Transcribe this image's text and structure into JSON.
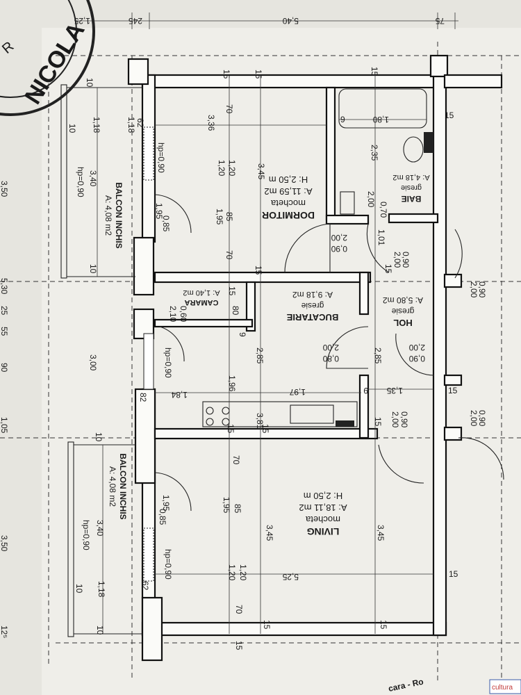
{
  "stamp": {
    "text": "NICOLA",
    "corner": "R"
  },
  "rooms": {
    "dormitor": {
      "name": "DORMITOR",
      "finish": "mocheta",
      "area": "A: 11,59 m2",
      "height": "H: 2,50 m"
    },
    "living": {
      "name": "LIVING",
      "finish": "mocheta",
      "area": "A: 18,11 m2",
      "height": "H: 2,50 m"
    },
    "bucatarie": {
      "name": "BUCATARIE",
      "finish": "gresie",
      "area": "A: 9,18 m2"
    },
    "hol": {
      "name": "HOL",
      "finish": "gresie",
      "area": "A: 5,80 m2"
    },
    "baie": {
      "name": "BAIE",
      "finish": "gresie",
      "area": "A: 4,18 m2"
    },
    "camara": {
      "name": "CAMARA",
      "area": "A: 1,40 m2"
    },
    "balcon_top": {
      "name": "BALCON INCHIS",
      "area": "A: 4,08 m2",
      "hp": "hp=0,90"
    },
    "balcon_bottom": {
      "name": "BALCON INCHIS",
      "area": "A: 4,08 m2",
      "hp": "hp=0,90"
    }
  },
  "dimensions": {
    "top_540": "5,40",
    "top_75": "75",
    "top_245": "245",
    "top_125": "1,25",
    "d15_a": "15",
    "d15_b": "15",
    "d15_c": "15",
    "d15_d": "15",
    "d15_e": "15",
    "d15_f": "15",
    "d15_g": "15",
    "d15_h": "15",
    "d15_i": "15",
    "d15_j": "15",
    "d15_k": "15",
    "d15_l": "15",
    "d10_a": "10",
    "d10_b": "10",
    "d10_c": "10",
    "d10_d": "10",
    "d10_e": "10",
    "d10_f": "10",
    "d118_a": "1,18",
    "d118_b": "1,18",
    "d62_a": "62",
    "d62_b": "62",
    "d82": "82",
    "d70_a": "70",
    "d70_b": "70",
    "d70_c": "70",
    "d70_d": "70",
    "d336": "3,36",
    "d120_a": "1,20",
    "d120_b": "1,20",
    "d120_c": "1,20",
    "d120_d": "1,20",
    "d85_a": "85",
    "d85_b": "85",
    "d195_a": "1,95",
    "d195_b": "1,95",
    "d195_c": "1,95",
    "d195_d": "1,95",
    "d345_a": "3,45",
    "d345_b": "3,45",
    "d345_c": "3,45",
    "d340_a": "3,40",
    "d340_b": "3,40",
    "d085_a": "0,85",
    "d085_b": "0,85",
    "d180": "1,80",
    "d235": "2,35",
    "d9_a": "9",
    "d9_b": "9",
    "d9_c": "9",
    "d070": "0,70",
    "d200_a": "2,00",
    "d200_b": "2,00",
    "d200_c": "2,00",
    "d200_d": "2,00",
    "d200_e": "2,00",
    "d200_f": "2,00",
    "d200_g": "2,00",
    "d200_h": "2,00",
    "d101": "1,01",
    "d090_a": "0,90",
    "d090_b": "0,90",
    "d090_c": "0,90",
    "d090_d": "0,90",
    "d090_e": "0,90",
    "d090_f": "0,90",
    "d080_a": "0,80",
    "d060": "0,60",
    "d210": "2,10",
    "d80": "80",
    "d285_a": "2,85",
    "d285_b": "2,85",
    "d196": "1,96",
    "d184": "1,84",
    "d197": "1,97",
    "d300": "3,00",
    "d381": "3,81",
    "d135": "1,35",
    "d525": "5,25",
    "d350_a": "3,50",
    "d350_b": "3,50",
    "d105": "1,05",
    "d90": "90",
    "d55": "55",
    "d25": "25",
    "d530": "5,30",
    "d125b": "12⁵",
    "hp_a": "hp=0,90",
    "hp_b": "hp=0,90",
    "hp_c": "hp=0,90"
  },
  "corner_label": "cara - Ro",
  "corner_tag": "cultura"
}
